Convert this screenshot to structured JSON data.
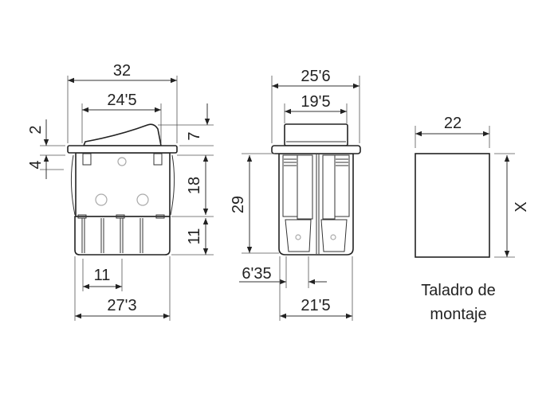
{
  "front_view": {
    "overall_width": "32",
    "rocker_width": "24'5",
    "flange_offset": "2",
    "flange_thickness": "4",
    "rocker_height": "7",
    "body_height": "18",
    "terminal_height": "11",
    "terminal_pitch": "11",
    "body_width": "27'3"
  },
  "side_view": {
    "flange_width": "25'6",
    "cap_width": "19'5",
    "depth": "29",
    "terminal_width": "6'35",
    "body_width": "21'5"
  },
  "cutout_view": {
    "width": "22",
    "height": "X",
    "caption_line1": "Taladro de",
    "caption_line2": "montaje"
  },
  "colors": {
    "line": "#222222",
    "hole": "#aaaaaa"
  }
}
